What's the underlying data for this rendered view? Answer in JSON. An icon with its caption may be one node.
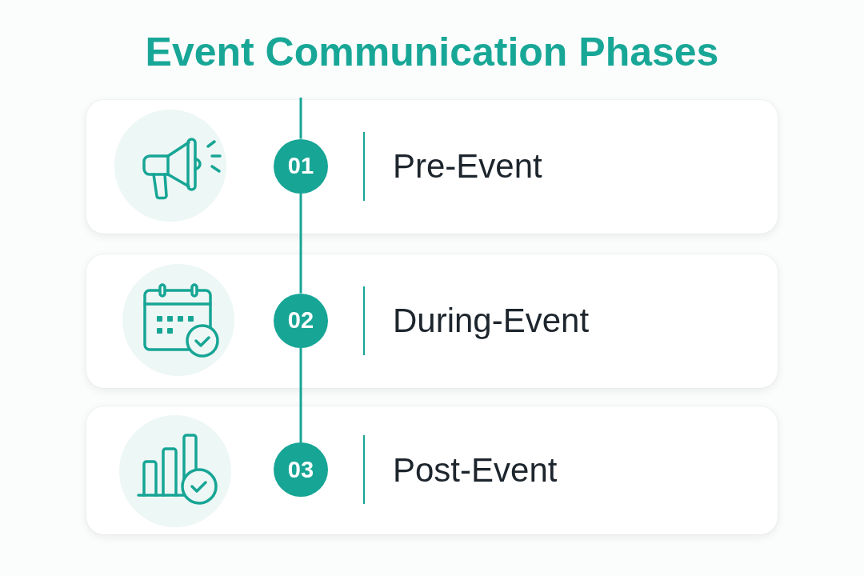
{
  "diagram": {
    "title": "Event Communication Phases",
    "nodes": [
      {
        "text": [
          "Pre-Event"
        ]
      },
      {
        "text": [
          "01"
        ],
        "in": 0
      },
      {
        "text": [
          "During-Event"
        ]
      },
      {
        "text": [
          "02"
        ],
        "in": 2
      },
      {
        "text": [
          "Post-Event"
        ]
      },
      {
        "text": [
          "03"
        ],
        "in": 4
      }
    ],
    "edges": [
      {
        "from": null,
        "to": 1,
        "arrow": "none"
      },
      {
        "from": 1,
        "to": 3,
        "arrow": "none"
      },
      {
        "from": 3,
        "to": 5,
        "arrow": "none"
      }
    ]
  }
}
